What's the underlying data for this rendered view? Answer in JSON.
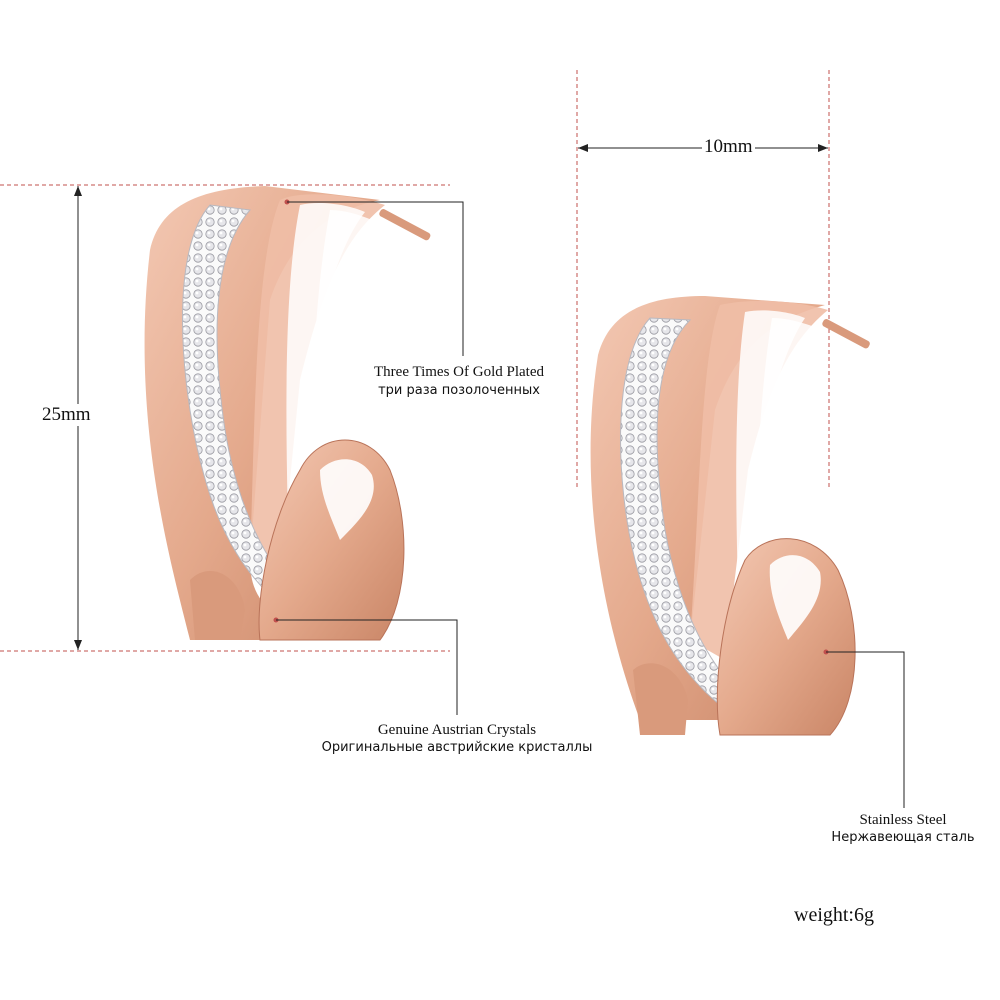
{
  "dimensions": {
    "height_label": "25mm",
    "width_label": "10mm"
  },
  "callouts": {
    "plating": {
      "en": "Three Times Of Gold Plated",
      "ru": "три раза позолоченных"
    },
    "crystals": {
      "en": "Genuine Austrian Crystals",
      "ru": "Оригинальные австрийские кристаллы"
    },
    "steel": {
      "en": "Stainless Steel",
      "ru": "Нержавеющая сталь"
    }
  },
  "weight": "weight:6g",
  "colors": {
    "background": "#ffffff",
    "guide_line": "#c0504d",
    "leader_line": "#222222",
    "rose_gold": "#e4a98c",
    "rose_gold_dark": "#b97359",
    "crystal": "#f1f1f3"
  }
}
